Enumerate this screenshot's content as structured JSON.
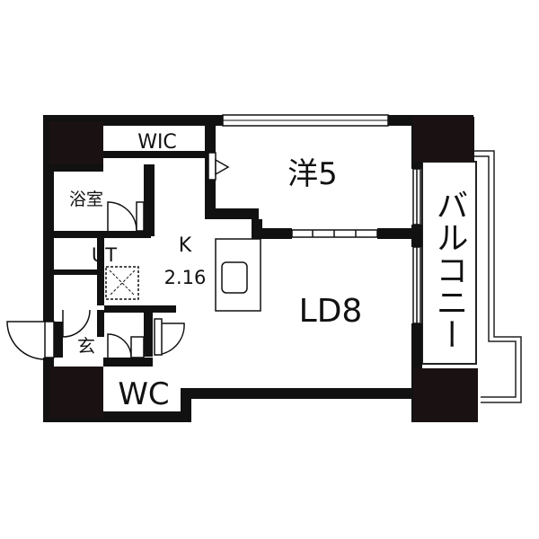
{
  "floorplan": {
    "rooms": {
      "wic": "WIC",
      "western_room": "洋5",
      "bath": "浴室",
      "kitchen": "K",
      "kitchen_size": "2.16",
      "utility": "UT",
      "living_dining": "LD8",
      "entrance": "玄",
      "toilet": "WC",
      "balcony": "バルコニー"
    },
    "colors": {
      "wall": "#111111",
      "pillar": "#1a1212",
      "background": "#ffffff"
    }
  }
}
